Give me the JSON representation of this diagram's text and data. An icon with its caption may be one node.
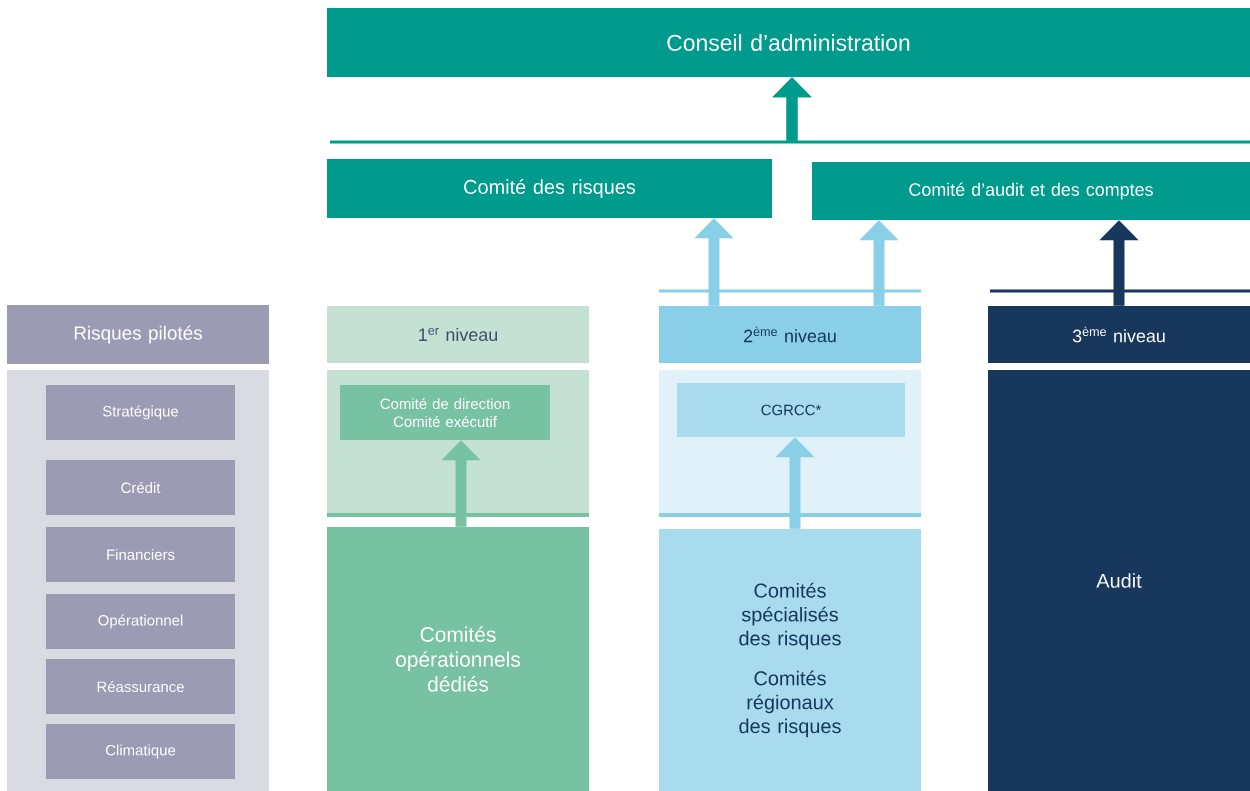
{
  "diagram": {
    "nodes": [
      {
        "text": [
          "Conseil d’administration"
        ]
      },
      {
        "text": [
          "Comité des risques"
        ]
      },
      {
        "text": [
          "Comité d’audit et des comptes"
        ]
      },
      {
        "text": [
          "Risques pilotés"
        ]
      },
      {
        "text": [],
        "shape": "box"
      },
      {
        "text": [
          "Stratégique"
        ],
        "in": 4
      },
      {
        "text": [
          "Crédit"
        ],
        "in": 4
      },
      {
        "text": [
          "Financiers"
        ],
        "in": 4
      },
      {
        "text": [
          "Opérationnel"
        ],
        "in": 4
      },
      {
        "text": [
          "Réassurance"
        ],
        "in": 4
      },
      {
        "text": [
          "Climatique"
        ],
        "in": 4
      },
      {
        "text": [
          "1$^{er}$ niveau"
        ]
      },
      {
        "text": [],
        "shape": "box"
      },
      {
        "text": [
          "Comité de direction Comité exécutif"
        ],
        "in": 12
      },
      {
        "text": [
          "Comités opérationnels dédiés"
        ]
      },
      {
        "text": [
          "2$^{ème}$ niveau"
        ]
      },
      {
        "text": [],
        "shape": "box"
      },
      {
        "text": [
          "CGRCC*"
        ],
        "in": 16
      },
      {
        "text": [
          "Comités spécialisés des risques",
          "Comités régionaux des risques"
        ]
      },
      {
        "text": [
          "3$^{ème}$ niveau"
        ]
      },
      {
        "text": [
          "Audit"
        ]
      }
    ],
    "edges": [
      {
        "from": 1,
        "to": 0,
        "arrow": "to",
        "color": "#009b8d"
      },
      {
        "from": 2,
        "to": 0,
        "arrow": "to",
        "color": "#009b8d"
      },
      {
        "from": 14,
        "to": 13,
        "arrow": "to",
        "color": "#78c2a4"
      },
      {
        "from": 18,
        "to": 17,
        "arrow": "to",
        "color": "#89cfe8"
      },
      {
        "from": 15,
        "to": 1,
        "arrow": "to",
        "color": "#89cfe8"
      },
      {
        "from": 15,
        "to": 2,
        "arrow": "to",
        "color": "#89cfe8"
      },
      {
        "from": 19,
        "to": 2,
        "arrow": "to",
        "color": "#17375c"
      }
    ]
  }
}
